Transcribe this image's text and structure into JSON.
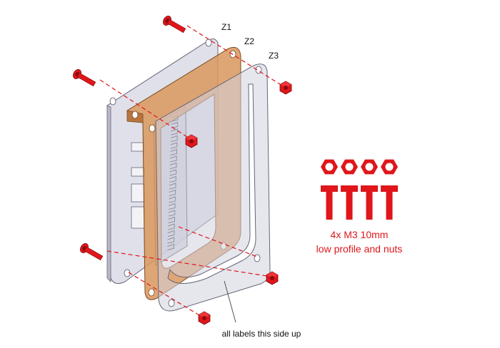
{
  "labels": {
    "z1": "Z1",
    "z2": "Z2",
    "z3": "Z3"
  },
  "parts": {
    "line1": "4x M3 10mm",
    "line2": "low profile and nuts",
    "count": 4
  },
  "note": "all labels this side up",
  "colors": {
    "screw_red": "#e0161b",
    "plate_wood": "#d4945c",
    "plate_acrylic": "#c9c9d8",
    "outline": "#555566",
    "text_red": "#e0161b"
  },
  "icons": {
    "screw": "screw-icon",
    "nut": "hex-nut-icon"
  }
}
